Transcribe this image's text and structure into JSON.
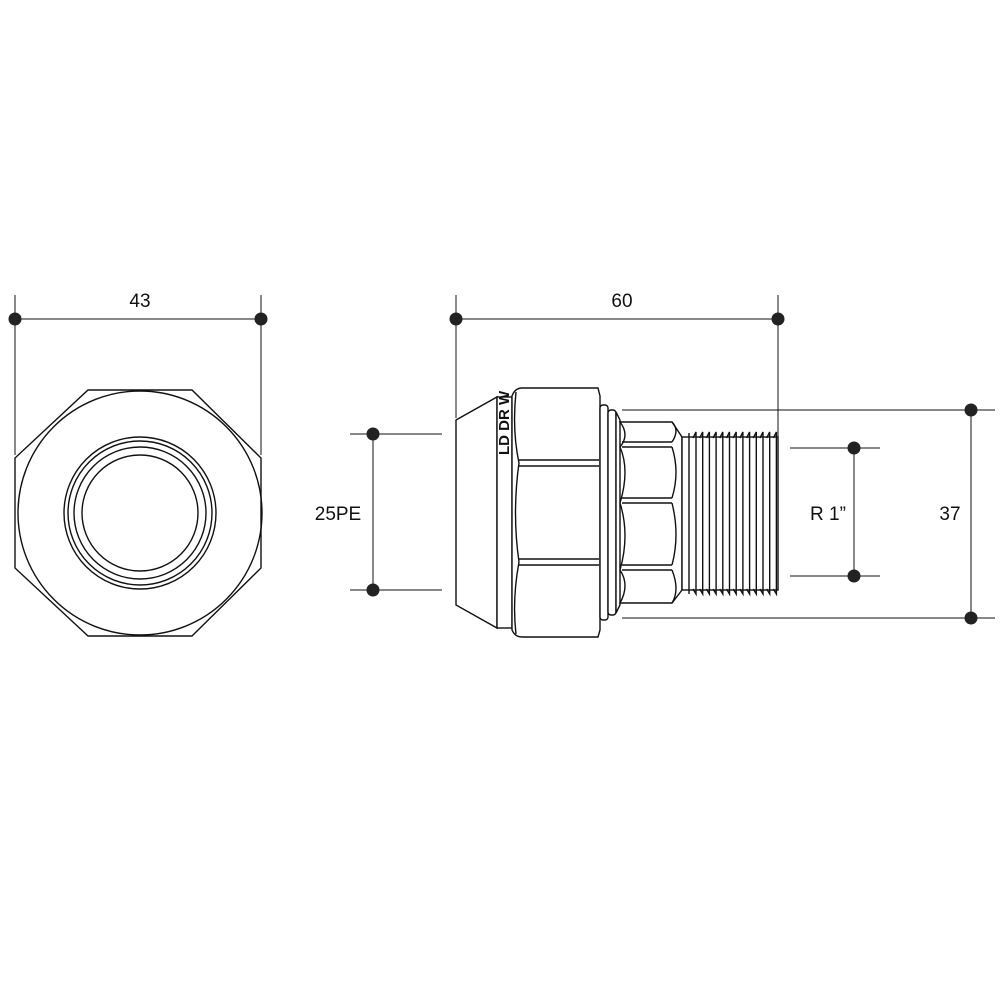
{
  "dimensions": {
    "width": "43",
    "length": "60",
    "pipe": "25PE",
    "thread": "R 1”",
    "height": "37"
  },
  "marking": "LD DR W"
}
